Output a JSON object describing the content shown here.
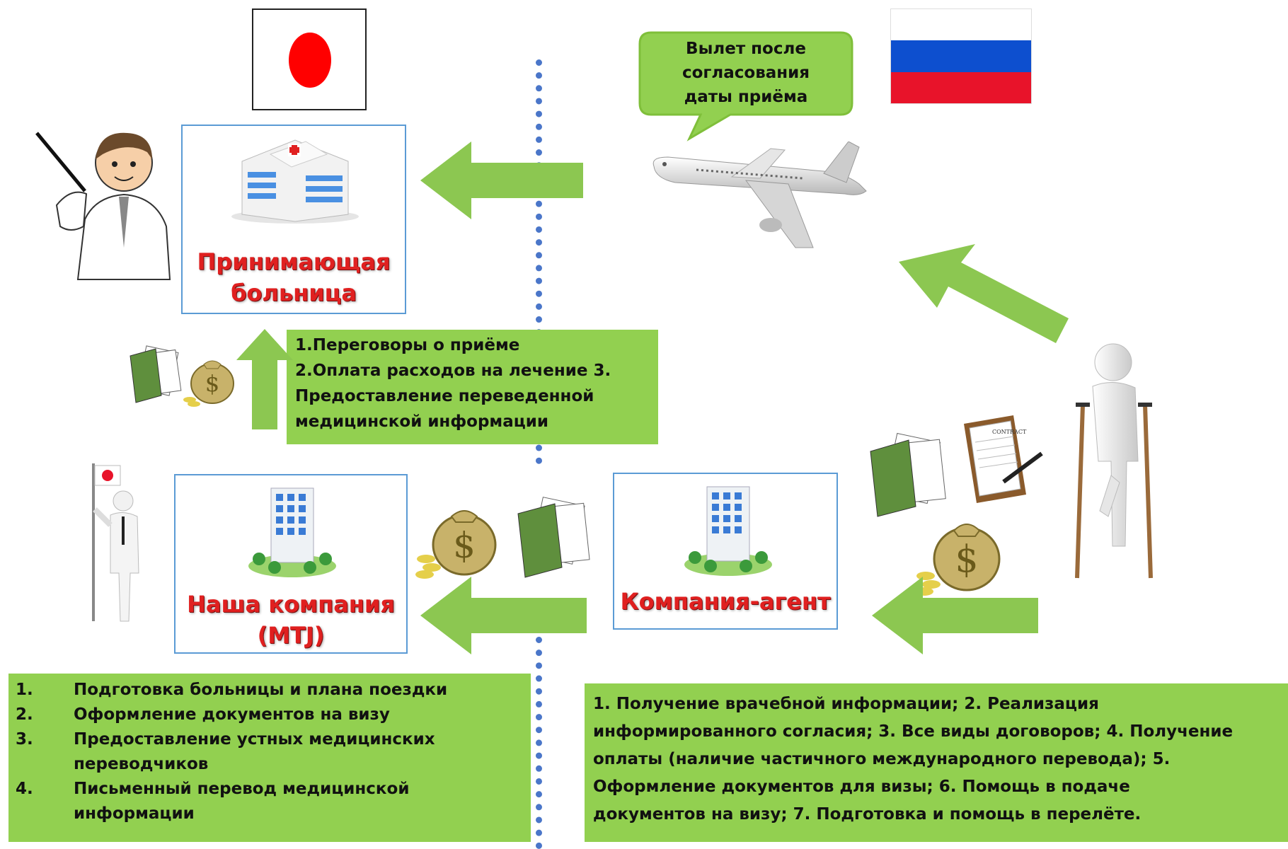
{
  "hospital": {
    "title_line1": "Принимающая",
    "title_line2": "больница"
  },
  "our_company": {
    "title_line1": "Наша компания",
    "title_line2": "(MTJ)"
  },
  "agent": {
    "title": "Компания-агент"
  },
  "callout": {
    "line1": "Вылет после",
    "line2": "согласования",
    "line3": "даты приёма"
  },
  "middle_box": {
    "line1": "1.Переговоры о приёме",
    "line2": "2.Оплата расходов на лечение 3.",
    "line3": "Предоставление переведенной",
    "line4": "медицинской информации"
  },
  "left_list": [
    {
      "num": "1.",
      "text_lines": [
        "Подготовка больницы и плана поездки"
      ]
    },
    {
      "num": "2.",
      "text_lines": [
        "Оформление документов на визу"
      ]
    },
    {
      "num": "3.",
      "text_lines": [
        "Предоставление устных медицинских",
        "переводчиков"
      ]
    },
    {
      "num": "4.",
      "text_lines": [
        "Письменный перевод медицинской",
        "информации"
      ]
    }
  ],
  "right_box": {
    "line1": "1. Получение врачебной информации;    2. Реализация",
    "line2": "информированного согласия;  3. Все виды договоров;    4. Получение",
    "line3": "оплаты (наличие частичного международного перевода);  5.",
    "line4": "Оформление документов для визы;    6. Помощь в подаче",
    "line5": "документов на визу; 7. Подготовка и помощь в перелёте."
  },
  "colors": {
    "green": "#92d050",
    "arrow": "#8cc751",
    "card_border": "#5b9bd5",
    "title_red": "#e02020",
    "divider": "#4a76c9"
  },
  "icons": [
    "japan-flag-icon",
    "russia-flag-icon",
    "doctor-icon",
    "hospital-building-icon",
    "airplane-icon",
    "patient-crutches-icon",
    "businessman-flag-icon",
    "office-building-icon",
    "money-bag-icon",
    "documents-icon",
    "contract-pen-icon"
  ]
}
